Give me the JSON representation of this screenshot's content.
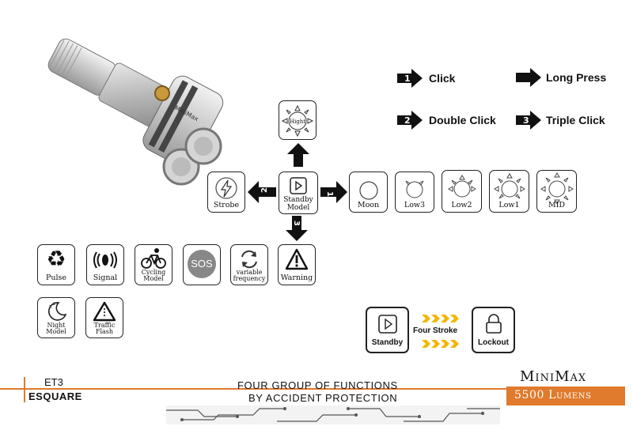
{
  "legend": {
    "click": {
      "num": "1",
      "label": "Click"
    },
    "double_click": {
      "num": "2",
      "label": "Double Click"
    },
    "long_press": {
      "label": "Long Press"
    },
    "triple_click": {
      "num": "3",
      "label": "Triple Click"
    }
  },
  "modes": {
    "high": "Hight",
    "strobe": "Strobe",
    "standby": "Standby Model",
    "moon": "Moon",
    "low3": "Low3",
    "low2": "Low2",
    "low1": "Low1",
    "mid": "MID"
  },
  "arrows": {
    "up": "",
    "left": "2",
    "right": "1",
    "down": "3"
  },
  "specials": {
    "pulse": "Pulse",
    "signal": "Signal",
    "cycling": "Cycling Model",
    "sos": "SOS",
    "variable": "variable frequency",
    "warning": "Warning",
    "night": "Night Model",
    "traffic": "Traffic Flash"
  },
  "lockout": {
    "standby": "Standby",
    "four_stroke": "Four Stroke",
    "lockout": "Lockout"
  },
  "footer": {
    "model": "ET3",
    "brand": "ESQUARE",
    "headline_1": "FOUR GROUP OF FUNCTIONS",
    "headline_2": "BY ACCIDENT PROTECTION",
    "product": "MiniMax",
    "lumens": "5500 Lumens"
  },
  "flashlight_engraving": "MiniMax",
  "colors": {
    "accent": "#e07a2c",
    "chevron": "#f2b705",
    "icon_bg": "#888888"
  }
}
